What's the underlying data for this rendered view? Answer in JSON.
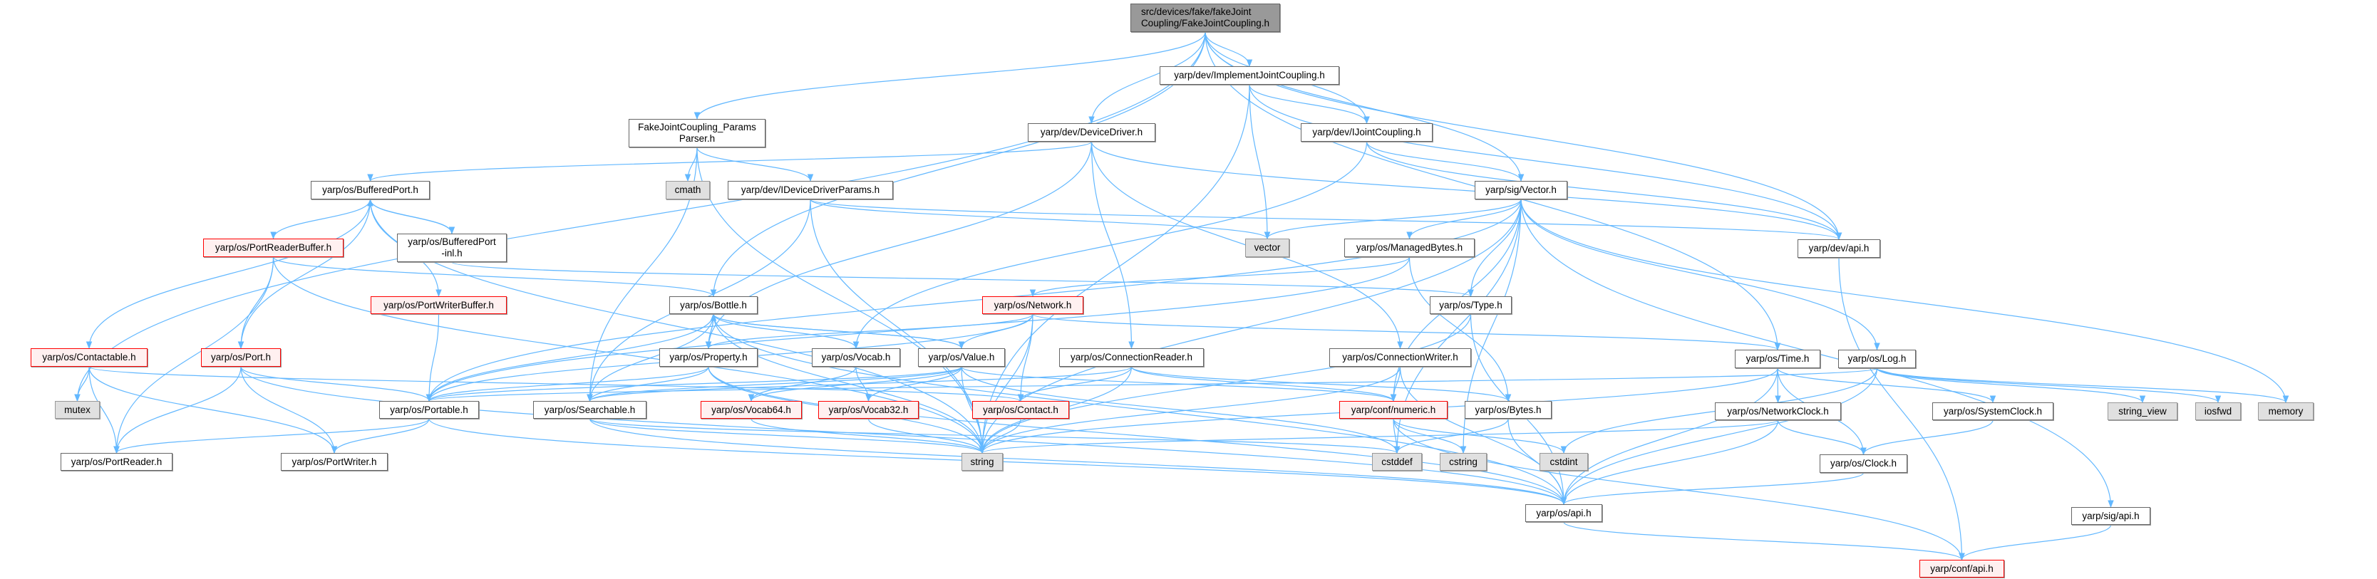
{
  "graph": {
    "edge_color": "#63b8ff",
    "nodes": [
      {
        "id": "root",
        "label": "src/devices/fake/fakeJoint\nCoupling/FakeJointCoupling.h",
        "kind": "root"
      },
      {
        "id": "params",
        "label": "FakeJointCoupling_Params\nParser.h",
        "kind": "normal"
      },
      {
        "id": "implcoup",
        "label": "yarp/dev/ImplementJointCoupling.h",
        "kind": "normal"
      },
      {
        "id": "devdrv",
        "label": "yarp/dev/DeviceDriver.h",
        "kind": "normal"
      },
      {
        "id": "ijoint",
        "label": "yarp/dev/IJointCoupling.h",
        "kind": "normal"
      },
      {
        "id": "cmath",
        "label": "cmath",
        "kind": "system"
      },
      {
        "id": "bufport",
        "label": "yarp/os/BufferedPort.h",
        "kind": "normal"
      },
      {
        "id": "iddp",
        "label": "yarp/dev/IDeviceDriverParams.h",
        "kind": "normal"
      },
      {
        "id": "vector_h",
        "label": "yarp/sig/Vector.h",
        "kind": "normal"
      },
      {
        "id": "prb",
        "label": "yarp/os/PortReaderBuffer.h",
        "kind": "incomplete"
      },
      {
        "id": "bpinl",
        "label": "yarp/os/BufferedPort\n-inl.h",
        "kind": "normal"
      },
      {
        "id": "vector",
        "label": "vector",
        "kind": "system"
      },
      {
        "id": "mbytes",
        "label": "yarp/os/ManagedBytes.h",
        "kind": "normal"
      },
      {
        "id": "devapi",
        "label": "yarp/dev/api.h",
        "kind": "normal"
      },
      {
        "id": "pwb",
        "label": "yarp/os/PortWriterBuffer.h",
        "kind": "incomplete"
      },
      {
        "id": "bottle",
        "label": "yarp/os/Bottle.h",
        "kind": "normal"
      },
      {
        "id": "network",
        "label": "yarp/os/Network.h",
        "kind": "incomplete"
      },
      {
        "id": "type",
        "label": "yarp/os/Type.h",
        "kind": "normal"
      },
      {
        "id": "contactable",
        "label": "yarp/os/Contactable.h",
        "kind": "incomplete"
      },
      {
        "id": "port",
        "label": "yarp/os/Port.h",
        "kind": "incomplete"
      },
      {
        "id": "property",
        "label": "yarp/os/Property.h",
        "kind": "normal"
      },
      {
        "id": "vocab",
        "label": "yarp/os/Vocab.h",
        "kind": "normal"
      },
      {
        "id": "value",
        "label": "yarp/os/Value.h",
        "kind": "normal"
      },
      {
        "id": "connreader",
        "label": "yarp/os/ConnectionReader.h",
        "kind": "normal"
      },
      {
        "id": "connwriter",
        "label": "yarp/os/ConnectionWriter.h",
        "kind": "normal"
      },
      {
        "id": "time",
        "label": "yarp/os/Time.h",
        "kind": "normal"
      },
      {
        "id": "log",
        "label": "yarp/os/Log.h",
        "kind": "normal"
      },
      {
        "id": "mutex",
        "label": "mutex",
        "kind": "system"
      },
      {
        "id": "portable",
        "label": "yarp/os/Portable.h",
        "kind": "normal"
      },
      {
        "id": "searchable",
        "label": "yarp/os/Searchable.h",
        "kind": "normal"
      },
      {
        "id": "vocab64",
        "label": "yarp/os/Vocab64.h",
        "kind": "incomplete"
      },
      {
        "id": "vocab32",
        "label": "yarp/os/Vocab32.h",
        "kind": "incomplete"
      },
      {
        "id": "contact",
        "label": "yarp/os/Contact.h",
        "kind": "incomplete"
      },
      {
        "id": "numeric",
        "label": "yarp/conf/numeric.h",
        "kind": "incomplete"
      },
      {
        "id": "bytes",
        "label": "yarp/os/Bytes.h",
        "kind": "normal"
      },
      {
        "id": "netclock",
        "label": "yarp/os/NetworkClock.h",
        "kind": "normal"
      },
      {
        "id": "sysclock",
        "label": "yarp/os/SystemClock.h",
        "kind": "normal"
      },
      {
        "id": "string_view",
        "label": "string_view",
        "kind": "system"
      },
      {
        "id": "iosfwd",
        "label": "iosfwd",
        "kind": "system"
      },
      {
        "id": "memory",
        "label": "memory",
        "kind": "system"
      },
      {
        "id": "portreader",
        "label": "yarp/os/PortReader.h",
        "kind": "normal"
      },
      {
        "id": "portwriter",
        "label": "yarp/os/PortWriter.h",
        "kind": "normal"
      },
      {
        "id": "string",
        "label": "string",
        "kind": "system"
      },
      {
        "id": "cstddef",
        "label": "cstddef",
        "kind": "system"
      },
      {
        "id": "cstring",
        "label": "cstring",
        "kind": "system"
      },
      {
        "id": "cstdint",
        "label": "cstdint",
        "kind": "system"
      },
      {
        "id": "clock",
        "label": "yarp/os/Clock.h",
        "kind": "normal"
      },
      {
        "id": "osapi",
        "label": "yarp/os/api.h",
        "kind": "normal"
      },
      {
        "id": "sigapi",
        "label": "yarp/sig/api.h",
        "kind": "normal"
      },
      {
        "id": "confapi",
        "label": "yarp/conf/api.h",
        "kind": "incomplete"
      }
    ],
    "edges": [
      [
        "root",
        "params"
      ],
      [
        "root",
        "devdrv"
      ],
      [
        "root",
        "implcoup"
      ],
      [
        "root",
        "ijoint"
      ],
      [
        "root",
        "vector_h"
      ],
      [
        "root",
        "time"
      ],
      [
        "root",
        "bottle"
      ],
      [
        "root",
        "mutex"
      ],
      [
        "root",
        "devapi"
      ],
      [
        "params",
        "string"
      ],
      [
        "params",
        "cmath"
      ],
      [
        "params",
        "iddp"
      ],
      [
        "params",
        "searchable"
      ],
      [
        "implcoup",
        "vector"
      ],
      [
        "implcoup",
        "ijoint"
      ],
      [
        "implcoup",
        "devapi"
      ],
      [
        "implcoup",
        "string"
      ],
      [
        "ijoint",
        "vector_h"
      ],
      [
        "ijoint",
        "devapi"
      ],
      [
        "ijoint",
        "vocab"
      ],
      [
        "devdrv",
        "bufport"
      ],
      [
        "devdrv",
        "property"
      ],
      [
        "devdrv",
        "connreader"
      ],
      [
        "devdrv",
        "connwriter"
      ],
      [
        "devdrv",
        "devapi"
      ],
      [
        "iddp",
        "string"
      ],
      [
        "iddp",
        "vector"
      ],
      [
        "iddp",
        "searchable"
      ],
      [
        "iddp",
        "devapi"
      ],
      [
        "bufport",
        "prb"
      ],
      [
        "bufport",
        "bpinl"
      ],
      [
        "bufport",
        "port"
      ],
      [
        "bufport",
        "pwb"
      ],
      [
        "bufport",
        "contactable"
      ],
      [
        "bufport",
        "string"
      ],
      [
        "bpinl",
        "bufport"
      ],
      [
        "bpinl",
        "type"
      ],
      [
        "prb",
        "bottle"
      ],
      [
        "prb",
        "port"
      ],
      [
        "prb",
        "portreader"
      ],
      [
        "prb",
        "string"
      ],
      [
        "pwb",
        "portable"
      ],
      [
        "contactable",
        "mutex"
      ],
      [
        "contactable",
        "portreader"
      ],
      [
        "contactable",
        "portwriter"
      ],
      [
        "contactable",
        "contact"
      ],
      [
        "port",
        "portable"
      ],
      [
        "port",
        "portreader"
      ],
      [
        "port",
        "portwriter"
      ],
      [
        "port",
        "osapi"
      ],
      [
        "bottle",
        "portable"
      ],
      [
        "bottle",
        "property"
      ],
      [
        "bottle",
        "searchable"
      ],
      [
        "bottle",
        "value"
      ],
      [
        "bottle",
        "vocab"
      ],
      [
        "bottle",
        "string"
      ],
      [
        "bottle",
        "osapi"
      ],
      [
        "property",
        "bottle"
      ],
      [
        "property",
        "portable"
      ],
      [
        "property",
        "searchable"
      ],
      [
        "property",
        "string"
      ],
      [
        "property",
        "osapi"
      ],
      [
        "portable",
        "portreader"
      ],
      [
        "portable",
        "portwriter"
      ],
      [
        "portable",
        "osapi"
      ],
      [
        "searchable",
        "string"
      ],
      [
        "searchable",
        "osapi"
      ],
      [
        "searchable",
        "cstddef"
      ],
      [
        "vocab",
        "vocab32"
      ],
      [
        "vocab",
        "vocab64"
      ],
      [
        "vocab64",
        "string"
      ],
      [
        "vocab32",
        "string"
      ],
      [
        "value",
        "bottle"
      ],
      [
        "value",
        "portable"
      ],
      [
        "value",
        "searchable"
      ],
      [
        "value",
        "vocab32"
      ],
      [
        "value",
        "vocab64"
      ],
      [
        "value",
        "string"
      ],
      [
        "value",
        "numeric"
      ],
      [
        "value",
        "cstddef"
      ],
      [
        "network",
        "contact"
      ],
      [
        "network",
        "value"
      ],
      [
        "network",
        "time"
      ],
      [
        "network",
        "portable"
      ],
      [
        "network",
        "property"
      ],
      [
        "network",
        "string"
      ],
      [
        "connreader",
        "contact"
      ],
      [
        "connreader",
        "searchable"
      ],
      [
        "connreader",
        "bytes"
      ],
      [
        "connreader",
        "numeric"
      ],
      [
        "connreader",
        "string"
      ],
      [
        "connwriter",
        "numeric"
      ],
      [
        "connwriter",
        "string"
      ],
      [
        "connwriter",
        "osapi"
      ],
      [
        "contact",
        "string"
      ],
      [
        "type",
        "string"
      ],
      [
        "type",
        "osapi"
      ],
      [
        "vector_h",
        "vector"
      ],
      [
        "vector_h",
        "mbytes"
      ],
      [
        "vector_h",
        "type"
      ],
      [
        "vector_h",
        "portable"
      ],
      [
        "vector_h",
        "log"
      ],
      [
        "vector_h",
        "sigapi"
      ],
      [
        "vector_h",
        "string"
      ],
      [
        "vector_h",
        "cstddef"
      ],
      [
        "vector_h",
        "cstring"
      ],
      [
        "vector_h",
        "memory"
      ],
      [
        "vector_h",
        "numeric"
      ],
      [
        "mbytes",
        "bytes"
      ],
      [
        "mbytes",
        "portable"
      ],
      [
        "mbytes",
        "network"
      ],
      [
        "numeric",
        "cstddef"
      ],
      [
        "numeric",
        "cstring"
      ],
      [
        "numeric",
        "cstdint"
      ],
      [
        "numeric",
        "confapi"
      ],
      [
        "bytes",
        "cstddef"
      ],
      [
        "bytes",
        "osapi"
      ],
      [
        "osapi",
        "confapi"
      ],
      [
        "devapi",
        "confapi"
      ],
      [
        "sigapi",
        "confapi"
      ],
      [
        "time",
        "netclock"
      ],
      [
        "time",
        "sysclock"
      ],
      [
        "time",
        "clock"
      ],
      [
        "time",
        "string"
      ],
      [
        "time",
        "osapi"
      ],
      [
        "log",
        "string_view"
      ],
      [
        "log",
        "iosfwd"
      ],
      [
        "log",
        "memory"
      ],
      [
        "log",
        "osapi"
      ],
      [
        "log",
        "cstdint"
      ],
      [
        "log",
        "portable"
      ],
      [
        "netclock",
        "clock"
      ],
      [
        "netclock",
        "osapi"
      ],
      [
        "netclock",
        "string"
      ],
      [
        "sysclock",
        "clock"
      ],
      [
        "clock",
        "osapi"
      ]
    ]
  }
}
